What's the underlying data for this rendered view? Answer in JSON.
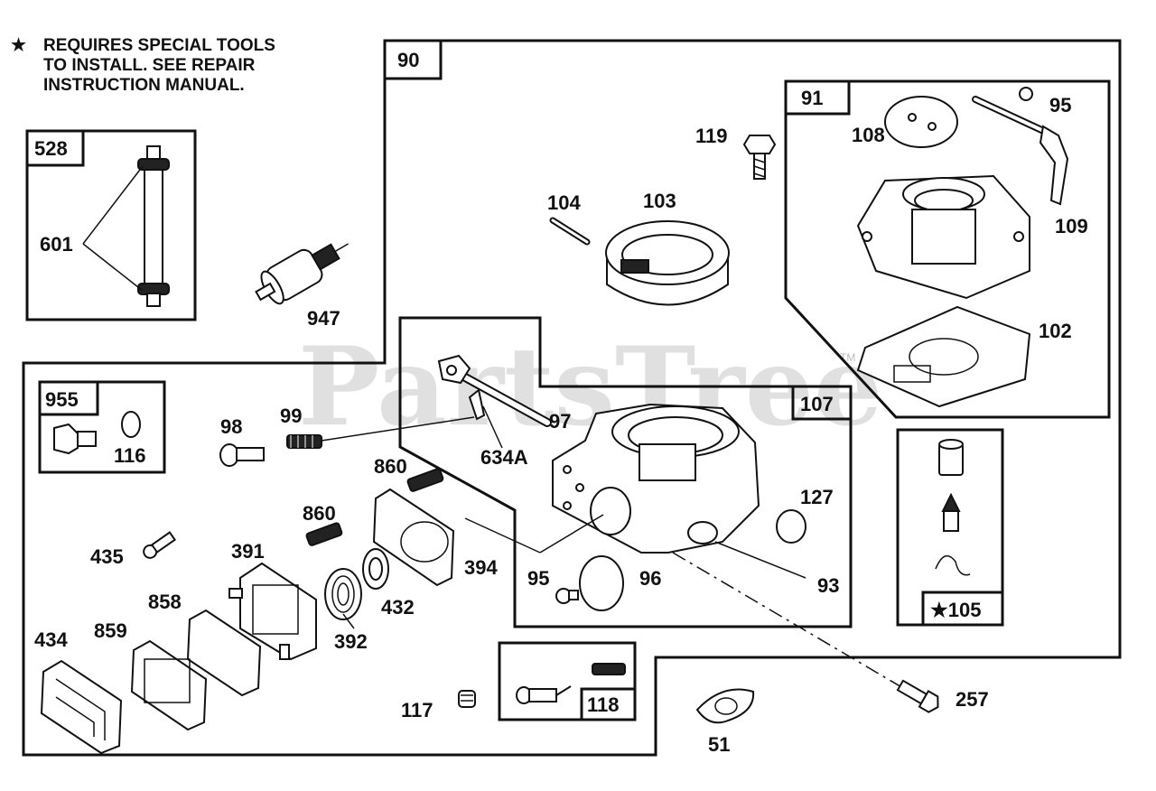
{
  "note": {
    "star": "★",
    "lines": [
      "REQUIRES SPECIAL TOOLS",
      "TO INSTALL.  SEE REPAIR",
      "INSTRUCTION MANUAL."
    ]
  },
  "watermark": "PartsTree",
  "trademark": "TM",
  "groups": {
    "g528": "528",
    "g90": "90",
    "g91": "91",
    "g955": "955",
    "g107": "107",
    "g105": "★105",
    "g118": "118"
  },
  "parts": {
    "p601": "601",
    "p947": "947",
    "p104": "104",
    "p103": "103",
    "p119": "119",
    "p108": "108",
    "p95a": "95",
    "p109": "109",
    "p102": "102",
    "p98": "98",
    "p99": "99",
    "p116": "116",
    "p97": "97",
    "p634a": "634A",
    "p860a": "860",
    "p860b": "860",
    "p127": "127",
    "p435": "435",
    "p391": "391",
    "p394": "394",
    "p95b": "95",
    "p96": "96",
    "p93": "93",
    "p858": "858",
    "p432": "432",
    "p434": "434",
    "p859": "859",
    "p392": "392",
    "p117": "117",
    "p257": "257",
    "p51": "51"
  }
}
